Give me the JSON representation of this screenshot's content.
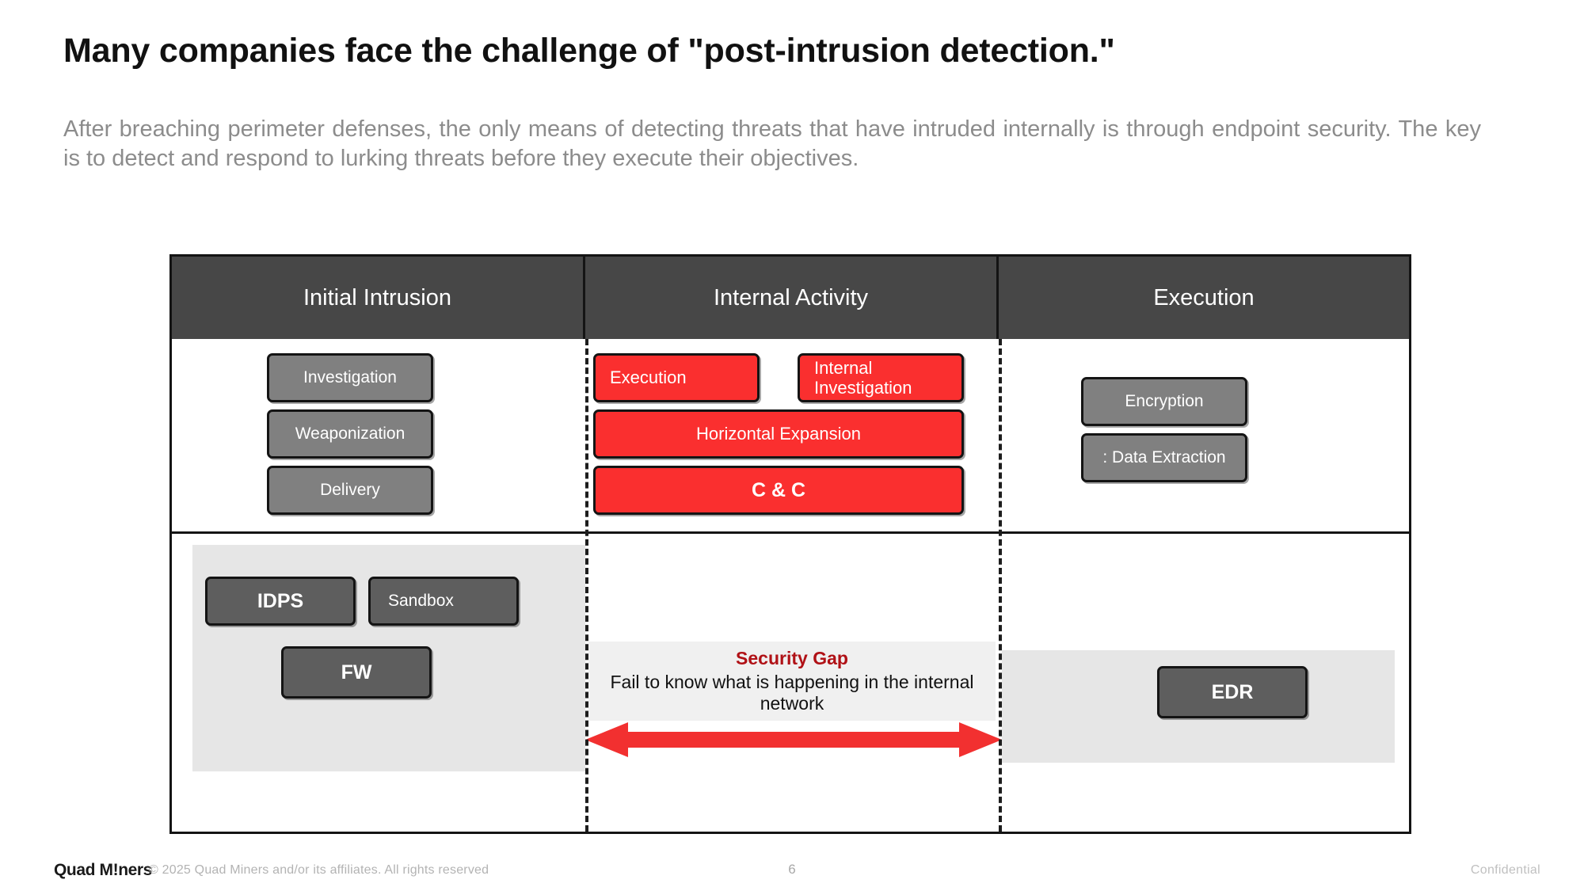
{
  "slide": {
    "title": "Many companies face the challenge of \"post-intrusion detection.\"",
    "subtitle": "After breaching perimeter defenses, the only means of detecting threats that have intruded internally is through endpoint security. The key is to detect and respond to lurking threats before they execute their objectives."
  },
  "diagram": {
    "columns": [
      {
        "header": "Initial Intrusion"
      },
      {
        "header": "Internal Activity"
      },
      {
        "header": "Execution"
      }
    ],
    "attack_stages": {
      "initial_intrusion": [
        {
          "label": "Investigation"
        },
        {
          "label": "Weaponization"
        },
        {
          "label": "Delivery"
        }
      ],
      "internal_activity": [
        {
          "label": "Execution"
        },
        {
          "label": "Internal Investigation"
        },
        {
          "label": "Horizontal Expansion"
        },
        {
          "label": "C & C"
        }
      ],
      "execution": [
        {
          "label": "Encryption"
        },
        {
          "label": ":  Data Extraction"
        }
      ]
    },
    "defenses": {
      "initial_intrusion": [
        {
          "label": "IDPS"
        },
        {
          "label": "Sandbox"
        },
        {
          "label": "FW"
        }
      ],
      "execution": [
        {
          "label": "EDR"
        }
      ]
    },
    "security_gap": {
      "title": "Security Gap",
      "body": "Fail to know what is happening in the internal network"
    },
    "colors": {
      "header_band": "#474747",
      "stage_gray": "#808080",
      "defense_gray": "#5e5e5e",
      "threat_red": "#fa2f2f",
      "gap_red": "#b01116",
      "band_gray": "#e6e6e6",
      "arrow_red": "#f23030"
    }
  },
  "footer": {
    "logo_pre": "Quad M",
    "logo_bang": "!",
    "logo_post": "ners",
    "copyright": "© 2025  Quad Miners and/or its affiliates. All rights reserved",
    "page_number": "6",
    "classification": "Confidential"
  }
}
